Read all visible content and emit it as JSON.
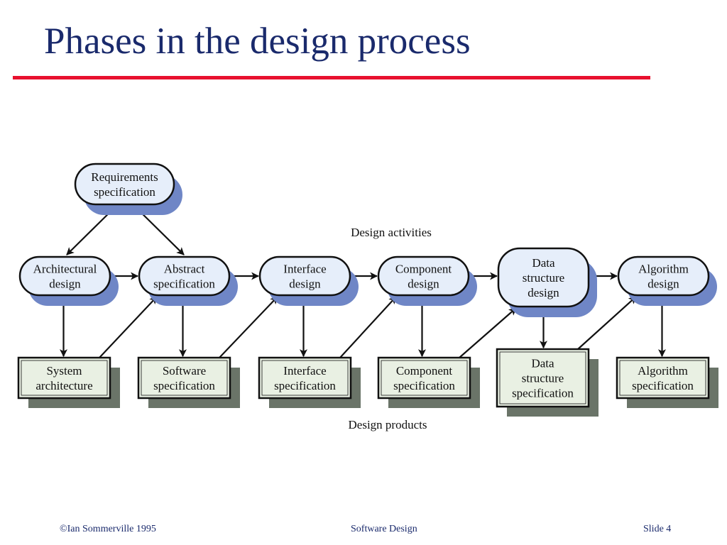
{
  "slide": {
    "title": "Phases in the design process"
  },
  "diagram": {
    "activities_label": "Design activities",
    "products_label": "Design products",
    "requirements": [
      "Requirements",
      "specification"
    ],
    "activities": [
      {
        "lines": [
          "Architectural",
          "design"
        ]
      },
      {
        "lines": [
          "Abstract",
          "specification"
        ]
      },
      {
        "lines": [
          "Interface",
          "design"
        ]
      },
      {
        "lines": [
          "Component",
          "design"
        ]
      },
      {
        "lines": [
          "Data",
          "structure",
          "design"
        ]
      },
      {
        "lines": [
          "Algorithm",
          "design"
        ]
      }
    ],
    "products": [
      {
        "lines": [
          "System",
          "architecture"
        ]
      },
      {
        "lines": [
          "Software",
          "specification"
        ]
      },
      {
        "lines": [
          "Interface",
          "specification"
        ]
      },
      {
        "lines": [
          "Component",
          "specification"
        ]
      },
      {
        "lines": [
          "Data",
          "structure",
          "specification"
        ]
      },
      {
        "lines": [
          "Algorithm",
          "specification"
        ]
      }
    ],
    "colors": {
      "pill_fill": "#e6eefa",
      "pill_shadow": "#6f86c6",
      "box_fill": "#e9f0e3",
      "box_shadow": "#6a7468",
      "stroke": "#111111"
    }
  },
  "footer": {
    "left": "©Ian Sommerville 1995",
    "center": "Software Design",
    "right": "Slide 4"
  }
}
